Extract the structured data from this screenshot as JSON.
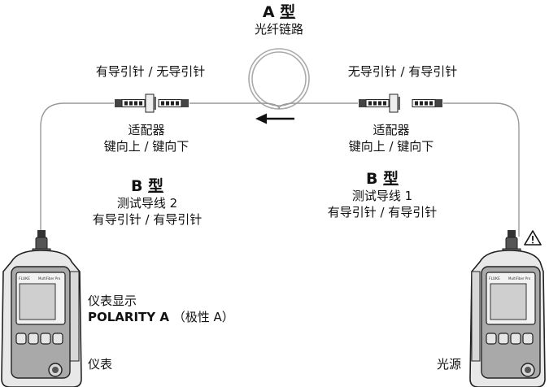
{
  "type_a": {
    "letter": "A",
    "word": "型",
    "desc": "光纤链路"
  },
  "left_connector_label": "有导引针 / 无导引针",
  "right_connector_label": "无导引针 / 有导引针",
  "left_adapter": {
    "title": "适配器",
    "desc": "键向上 / 键向下"
  },
  "right_adapter": {
    "title": "适配器",
    "desc": "键向上 / 键向下"
  },
  "left_cord": {
    "letter": "B",
    "word": "型",
    "name": "测试导线 2",
    "desc": "有导引针 / 有导引针"
  },
  "right_cord": {
    "letter": "B",
    "word": "型",
    "name": "测试导线 1",
    "desc": "有导引针 / 有导引针"
  },
  "meter_display": {
    "line1": "仪表显示",
    "strong": "POLARITY A",
    "rest": "（极性 A）"
  },
  "meter_label": "仪表",
  "source_label": "光源",
  "device_text": {
    "brand": "FLUKE",
    "model": "MultiFiber Pro"
  },
  "icons": [
    "warning-icon",
    "arrow-left-icon"
  ]
}
